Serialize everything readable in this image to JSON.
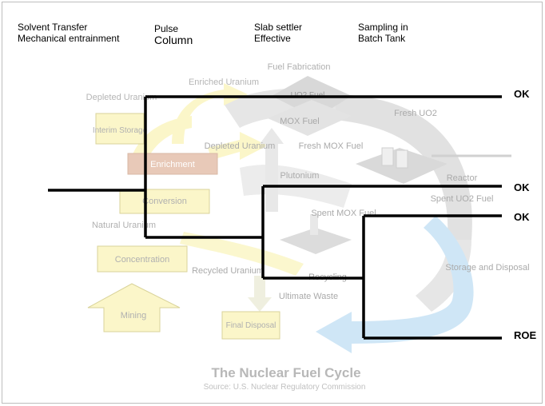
{
  "headers": {
    "col1_line1": "Solvent Transfer",
    "col1_line2": "Mechanical entrainment",
    "col2_line1": "Pulse",
    "col2_line2": "Column",
    "col3_line1": "Slab settler",
    "col3_line2": "Effective",
    "col4_line1": "Sampling in",
    "col4_line2": "Batch Tank"
  },
  "results": [
    "OK",
    "OK",
    "OK",
    "ROE"
  ],
  "cycle": {
    "fuel_fabrication": "Fuel Fabrication",
    "depleted_uranium": "Depleted Uranium",
    "enriched_uranium": "Enriched Uranium",
    "uo2_fuel": "UO2 Fuel",
    "mox_fuel": "MOX Fuel",
    "fresh_uo2": "Fresh UO2",
    "interim_storage": "Interim Storage",
    "depleted_uranium_2": "Depleted Uranium",
    "fresh_mox_fuel": "Fresh MOX Fuel",
    "enrichment": "Enrichment",
    "plutonium": "Plutonium",
    "reactor": "Reactor",
    "spent_uo2_fuel": "Spent UO2 Fuel",
    "conversion": "Conversion",
    "spent_mox_fuel": "Spent MOX Fuel",
    "natural_uranium": "Natural Uranium",
    "concentration": "Concentration",
    "recycled_uranium": "Recycled Uranium",
    "recycling": "Recycling",
    "storage_disposal": "Storage and Disposal",
    "ultimate_waste": "Ultimate Waste",
    "mining": "Mining",
    "final_disposal": "Final Disposal",
    "title": "The Nuclear Fuel Cycle",
    "source": "Source: U.S. Nuclear Regulatory Commission"
  },
  "colors": {
    "box_fill": "#fbf6c9",
    "box_stroke": "#d9d39a",
    "enrichment_fill": "#e8c9b8",
    "gray_arrow": "#dedede",
    "blue_arrow": "#cfe6f6",
    "faded_text": "#b0b0b0",
    "line": "#000000"
  }
}
